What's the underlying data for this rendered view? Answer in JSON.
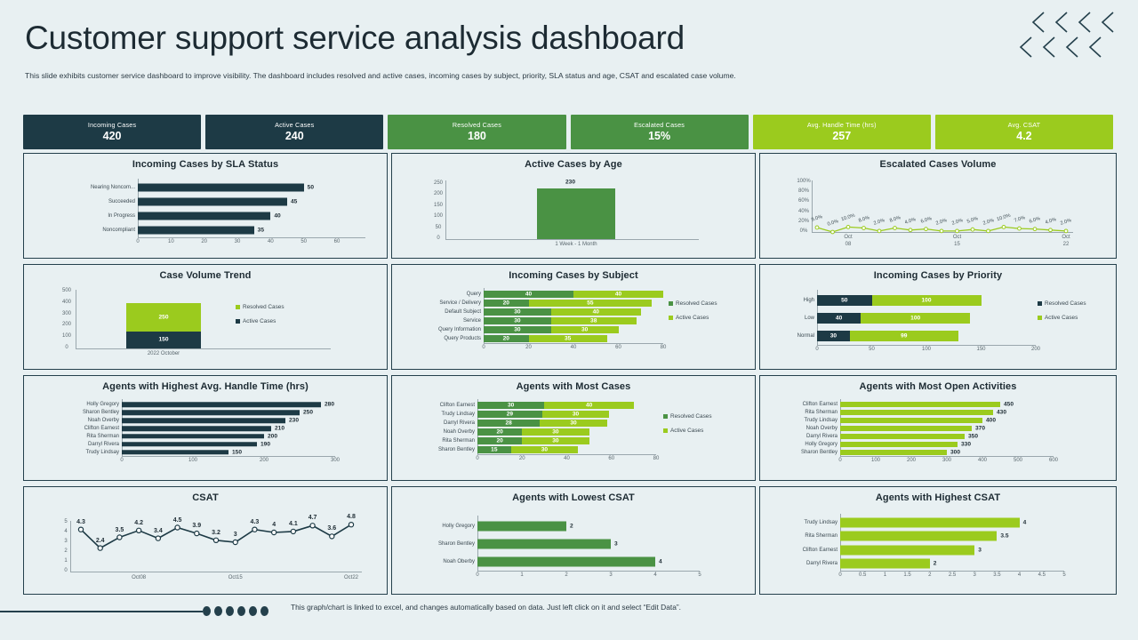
{
  "header": {
    "title": "Customer support service analysis dashboard",
    "subtitle": "This slide exhibits customer service dashboard to improve visibility. The dashboard includes resolved and active cases, incoming cases by subject, priority,  SLA status and age, CSAT and escalated case volume."
  },
  "colors": {
    "background": "#e8f0f2",
    "dark": "#24404c",
    "dark_navy": "#1d3a45",
    "green_mid": "#4a9244",
    "green_bright": "#9bcb1e",
    "border": "#24404c",
    "axis": "#9aa7ad"
  },
  "kpis": [
    {
      "label": "Incoming Cases",
      "value": "420",
      "color": "#1d3a45"
    },
    {
      "label": "Active Cases",
      "value": "240",
      "color": "#1d3a45"
    },
    {
      "label": "Resolved  Cases",
      "value": "180",
      "color": "#4a9244"
    },
    {
      "label": "Escalated  Cases",
      "value": "15%",
      "color": "#4a9244"
    },
    {
      "label": "Avg. Handle Time (hrs)",
      "value": "257",
      "color": "#9bcb1e"
    },
    {
      "label": "Avg. CSAT",
      "value": "4.2",
      "color": "#9bcb1e"
    }
  ],
  "legend_labels": {
    "resolved": "Resolved Cases",
    "active": "Active Cases"
  },
  "panels": {
    "sla": {
      "title": "Incoming Cases by SLA Status"
    },
    "age": {
      "title": "Active Cases by Age"
    },
    "escalated": {
      "title": "Escalated Cases Volume"
    },
    "trend": {
      "title": "Case Volume Trend"
    },
    "subject": {
      "title": "Incoming Cases by Subject"
    },
    "priority": {
      "title": "Incoming Cases by Priority"
    },
    "aht": {
      "title": "Agents with Highest Avg. Handle Time (hrs)"
    },
    "most_cases": {
      "title": "Agents with Most Cases"
    },
    "open_activities": {
      "title": "Agents with Most Open Activities"
    },
    "csat": {
      "title": "CSAT"
    },
    "lowest_csat": {
      "title": "Agents with Lowest CSAT"
    },
    "highest_csat": {
      "title": "Agents with Highest CSAT"
    }
  },
  "chart_data": [
    {
      "id": "sla",
      "type": "bar",
      "orientation": "horizontal",
      "title": "Incoming Cases by SLA Status",
      "categories": [
        "Nearing Noncom...",
        "Succeeded",
        "In Progress",
        "Noncompliant"
      ],
      "values": [
        50,
        45,
        40,
        35
      ],
      "xticks": [
        0,
        10,
        20,
        30,
        40,
        50,
        60
      ],
      "xlim": [
        0,
        60
      ],
      "color": "#1d3a45",
      "xlabel": "",
      "ylabel": "",
      "grid": false
    },
    {
      "id": "age",
      "type": "bar",
      "orientation": "vertical",
      "title": "Active Cases by Age",
      "categories": [
        "1 Week -  1 Month"
      ],
      "values": [
        230
      ],
      "yticks": [
        0,
        50,
        100,
        150,
        200,
        250
      ],
      "ylim": [
        0,
        250
      ],
      "color": "#4a9244",
      "xlabel": "",
      "ylabel": "",
      "grid": false
    },
    {
      "id": "escalated",
      "type": "line",
      "title": "Escalated Cases Volume",
      "x": [
        "",
        "",
        "Oct 08",
        "",
        "",
        "",
        "",
        "",
        "",
        "",
        "",
        "",
        "",
        "Oct 15",
        "",
        "",
        "",
        "",
        "",
        "",
        "Oct 22"
      ],
      "values": [
        9,
        0,
        10,
        8,
        2,
        8,
        4,
        6,
        2,
        2,
        5,
        2,
        10,
        7,
        6,
        4,
        2
      ],
      "point_labels": [
        "9.0%",
        "0.0%",
        "10.0%",
        "8.0%",
        "2.0%",
        "8.0%",
        "4.0%",
        "6.0%",
        "2.0%",
        "2.0%",
        "5.0%",
        "2.0%",
        "10.0%",
        "7.0%",
        "6.0%",
        "4.0%",
        "2.0%"
      ],
      "yticks": [
        "0%",
        "20%",
        "40%",
        "60%",
        "80%",
        "100%"
      ],
      "xticks": [
        "Oct 08",
        "Oct 15",
        "Oct 22"
      ],
      "ylim": [
        0,
        100
      ],
      "color": "#9bcb1e",
      "xlabel": "",
      "ylabel": "",
      "grid": false
    },
    {
      "id": "trend",
      "type": "bar",
      "orientation": "vertical",
      "stacked": true,
      "title": "Case Volume Trend",
      "categories": [
        "2022 October"
      ],
      "series": [
        {
          "name": "Active Cases",
          "values": [
            150
          ],
          "color": "#1d3a45"
        },
        {
          "name": "Resolved Cases",
          "values": [
            250
          ],
          "color": "#9bcb1e"
        }
      ],
      "yticks": [
        0,
        100,
        200,
        300,
        400,
        500
      ],
      "ylim": [
        0,
        500
      ],
      "xlabel": "",
      "ylabel": "",
      "grid": false
    },
    {
      "id": "subject",
      "type": "bar",
      "orientation": "horizontal",
      "stacked": true,
      "title": "Incoming Cases by Subject",
      "categories": [
        "Query",
        "Service / Delivery",
        "Default Subject",
        "Service",
        "Query Information",
        "Query Products"
      ],
      "series": [
        {
          "name": "Resolved Cases",
          "values": [
            40,
            20,
            30,
            30,
            30,
            20
          ],
          "color": "#4a9244"
        },
        {
          "name": "Active Cases",
          "values": [
            40,
            55,
            40,
            38,
            30,
            35
          ],
          "color": "#9bcb1e"
        }
      ],
      "xticks": [
        0,
        20,
        40,
        60,
        80
      ],
      "xlim": [
        0,
        80
      ],
      "xlabel": "",
      "ylabel": "",
      "grid": false
    },
    {
      "id": "priority",
      "type": "bar",
      "orientation": "horizontal",
      "stacked": true,
      "title": "Incoming Cases by Priority",
      "categories": [
        "High",
        "Low",
        "Normal"
      ],
      "series": [
        {
          "name": "Resolved Cases",
          "values": [
            50,
            40,
            30
          ],
          "color": "#1d3a45"
        },
        {
          "name": "Active Cases",
          "values": [
            100,
            100,
            99
          ],
          "color": "#9bcb1e"
        }
      ],
      "xticks": [
        0,
        50,
        100,
        150,
        200
      ],
      "xlim": [
        0,
        200
      ],
      "xlabel": "",
      "ylabel": "",
      "grid": false
    },
    {
      "id": "aht",
      "type": "bar",
      "orientation": "horizontal",
      "title": "Agents with Highest Avg. Handle Time (hrs)",
      "categories": [
        "Holly Gregory",
        "Sharon Bentley",
        "Noah Overby",
        "Clifton Earnest",
        "Rita Sherman",
        "Darryl Rivera",
        "Trudy Lindsay"
      ],
      "values": [
        280,
        250,
        230,
        210,
        200,
        190,
        150
      ],
      "xticks": [
        0,
        100,
        200,
        300
      ],
      "xlim": [
        0,
        300
      ],
      "color": "#1d3a45",
      "xlabel": "",
      "ylabel": "",
      "grid": false
    },
    {
      "id": "most_cases",
      "type": "bar",
      "orientation": "horizontal",
      "stacked": true,
      "title": "Agents with Most Cases",
      "categories": [
        "Clifton Earnest",
        "Trudy Lindsay",
        "Darryl Rivera",
        "Noah Overby",
        "Rita Sherman",
        "Sharon Bentley"
      ],
      "series": [
        {
          "name": "Resolved Cases",
          "values": [
            30,
            29,
            28,
            20,
            20,
            15
          ],
          "color": "#4a9244"
        },
        {
          "name": "Active Cases",
          "values": [
            40,
            30,
            30,
            30,
            30,
            30
          ],
          "color": "#9bcb1e"
        }
      ],
      "xticks": [
        0,
        20,
        40,
        60,
        80
      ],
      "xlim": [
        0,
        80
      ],
      "xlabel": "",
      "ylabel": "",
      "grid": false
    },
    {
      "id": "open_activities",
      "type": "bar",
      "orientation": "horizontal",
      "title": "Agents with Most Open Activities",
      "categories": [
        "Clifton Earnest",
        "Rita Sherman",
        "Trudy Lindsay",
        "Noah Overby",
        "Darryl Rivera",
        "Holly Gregory",
        "Sharon Bentley"
      ],
      "values": [
        450,
        430,
        400,
        370,
        350,
        330,
        300
      ],
      "xticks": [
        0,
        100,
        200,
        300,
        400,
        500,
        600
      ],
      "xlim": [
        0,
        600
      ],
      "color": "#9bcb1e",
      "xlabel": "",
      "ylabel": "",
      "grid": false
    },
    {
      "id": "csat",
      "type": "line",
      "title": "CSAT",
      "values": [
        4.3,
        2.4,
        3.5,
        4.2,
        3.4,
        4.5,
        3.9,
        3.2,
        3,
        4.3,
        4,
        4.1,
        4.7,
        3.6,
        4.8
      ],
      "point_labels": [
        "4.3",
        "2.4",
        "3.5",
        "4.2",
        "3.4",
        "4.5",
        "3.9",
        "3.2",
        "3",
        "4.3",
        "4",
        "4.1",
        "4.7",
        "3.6",
        "4.8"
      ],
      "yticks": [
        0,
        1,
        2,
        3,
        4,
        5
      ],
      "xticks": [
        "Oct 08",
        "Oct 15",
        "Oct 22"
      ],
      "ylim": [
        0,
        5
      ],
      "color": "#1d3a45",
      "xlabel": "",
      "ylabel": "",
      "grid": false
    },
    {
      "id": "lowest_csat",
      "type": "bar",
      "orientation": "horizontal",
      "title": "Agents with Lowest CSAT",
      "categories": [
        "Holly Gregory",
        "Sharon Bentley",
        "Noah Oberby"
      ],
      "values": [
        2,
        3,
        4
      ],
      "xticks": [
        0,
        1,
        2,
        3,
        4,
        5
      ],
      "xlim": [
        0,
        5
      ],
      "color": "#4a9244",
      "xlabel": "",
      "ylabel": "",
      "grid": false
    },
    {
      "id": "highest_csat",
      "type": "bar",
      "orientation": "horizontal",
      "title": "Agents with Highest CSAT",
      "categories": [
        "Trudy Lindsay",
        "Rita Sherman",
        "Clifton Earnest",
        "Darryl Rivera"
      ],
      "values": [
        4,
        3.5,
        3,
        2
      ],
      "value_labels": [
        "4",
        "3.5",
        "3",
        "2"
      ],
      "xticks": [
        "0",
        "0.5",
        "1",
        "1.5",
        "2",
        "2.5",
        "3",
        "3.5",
        "4",
        "4.5",
        "5"
      ],
      "xlim": [
        0,
        5
      ],
      "color": "#9bcb1e",
      "xlabel": "",
      "ylabel": "",
      "grid": false
    }
  ],
  "footer": {
    "note": "This graph/chart is linked to excel,  and changes automatically based on data. Just left click on it and select “Edit Data”.",
    "dot_count": 6
  }
}
